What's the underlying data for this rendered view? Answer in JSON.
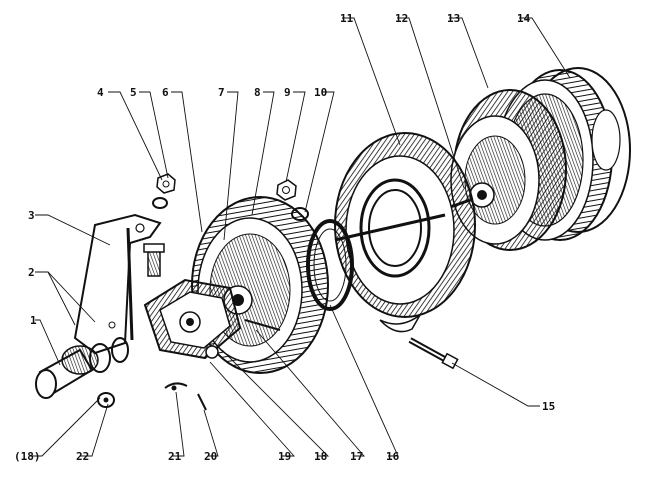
{
  "diagram": {
    "type": "exploded-assembly",
    "callouts": [
      {
        "id": "c1",
        "label": "1"
      },
      {
        "id": "c2",
        "label": "2"
      },
      {
        "id": "c3",
        "label": "3"
      },
      {
        "id": "c4",
        "label": "4"
      },
      {
        "id": "c5",
        "label": "5"
      },
      {
        "id": "c6",
        "label": "6"
      },
      {
        "id": "c7",
        "label": "7"
      },
      {
        "id": "c8",
        "label": "8"
      },
      {
        "id": "c9",
        "label": "9"
      },
      {
        "id": "c10",
        "label": "10"
      },
      {
        "id": "c11",
        "label": "11"
      },
      {
        "id": "c12",
        "label": "12"
      },
      {
        "id": "c13",
        "label": "13"
      },
      {
        "id": "c14",
        "label": "14"
      },
      {
        "id": "c15",
        "label": "15"
      },
      {
        "id": "c16",
        "label": "16"
      },
      {
        "id": "c17",
        "label": "17"
      },
      {
        "id": "c18",
        "label": "18"
      },
      {
        "id": "c19",
        "label": "19"
      },
      {
        "id": "c20",
        "label": "20"
      },
      {
        "id": "c21",
        "label": "21"
      },
      {
        "id": "c22",
        "label": "22"
      },
      {
        "id": "c18p",
        "label": "(18)"
      }
    ]
  }
}
